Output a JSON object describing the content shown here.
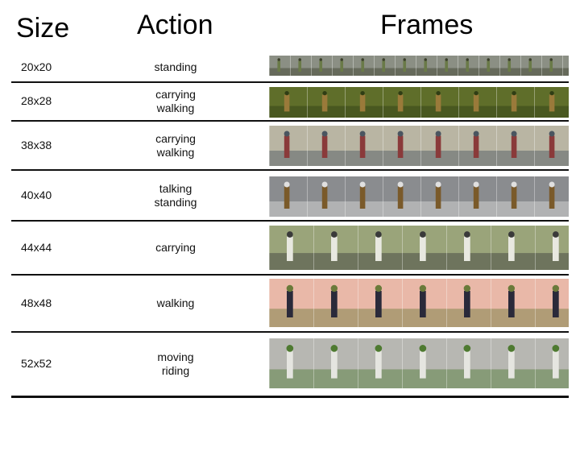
{
  "headers": {
    "size": "Size",
    "action": "Action",
    "frames": "Frames"
  },
  "rows": [
    {
      "size": "20x20",
      "actions": [
        "standing"
      ],
      "colors": {
        "bg": "#8b8f84",
        "fg": "#3a3f2a",
        "accent": "#6a7a48"
      }
    },
    {
      "size": "28x28",
      "actions": [
        "carrying",
        "walking"
      ],
      "colors": {
        "bg": "#5f6e2a",
        "fg": "#2f3d14",
        "accent": "#9a7a3a"
      }
    },
    {
      "size": "38x38",
      "actions": [
        "carrying",
        "walking"
      ],
      "colors": {
        "bg": "#b9b5a3",
        "fg": "#4a5560",
        "accent": "#8a3a3a"
      }
    },
    {
      "size": "40x40",
      "actions": [
        "talking",
        "standing"
      ],
      "colors": {
        "bg": "#8a8c8f",
        "fg": "#e0e0e0",
        "accent": "#7a5a2a"
      }
    },
    {
      "size": "44x44",
      "actions": [
        "carrying"
      ],
      "colors": {
        "bg": "#9aa47a",
        "fg": "#3a3a3a",
        "accent": "#e8e8e0"
      }
    },
    {
      "size": "48x48",
      "actions": [
        "walking"
      ],
      "colors": {
        "bg": "#e9b8a8",
        "fg": "#6a7a3a",
        "accent": "#2a2a3a"
      }
    },
    {
      "size": "52x52",
      "actions": [
        "moving",
        "riding"
      ],
      "colors": {
        "bg": "#b7b7b2",
        "fg": "#4e7a30",
        "accent": "#e5e5e0"
      }
    }
  ]
}
